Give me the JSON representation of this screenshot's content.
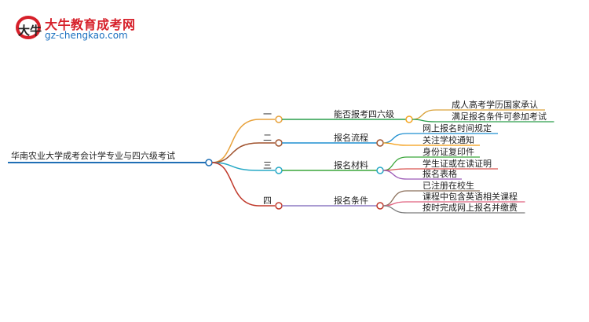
{
  "brand": {
    "title": "大牛教育成考网",
    "url": "gz-chengkao.com",
    "mark_text": "大牛"
  },
  "root": {
    "label": "华南农业大学成考会计学专业与四六级考试"
  },
  "branches": [
    {
      "number": "一",
      "label": "能否报考四六级",
      "color": "#f5a623",
      "line_color": "#e8a13a",
      "children": [
        {
          "label": "成人高考学历国家承认",
          "color": "#d9a23a"
        },
        {
          "label": "满足报名条件可参加考试",
          "color": "#2a9d4b"
        }
      ]
    },
    {
      "number": "二",
      "label": "报名流程",
      "color": "#a0522d",
      "line_color": "#a0522d",
      "children": [
        {
          "label": "网上报名时间规定",
          "color": "#1f8fd0"
        },
        {
          "label": "关注学校通知",
          "color": "#f39c12"
        }
      ]
    },
    {
      "number": "三",
      "label": "报名材料",
      "color": "#27a9c6",
      "line_color": "#27a9c6",
      "children": [
        {
          "label": "身份证复印件",
          "color": "#3aa63a"
        },
        {
          "label": "学生证或在读证明",
          "color": "#d9534f"
        },
        {
          "label": "报名表格",
          "color": "#9b59b6"
        }
      ]
    },
    {
      "number": "四",
      "label": "报名条件",
      "color": "#c0392b",
      "line_color": "#c0392b",
      "children": [
        {
          "label": "已注册在校生",
          "color": "#8b6f5a"
        },
        {
          "label": "课程中包含英语相关课程",
          "color": "#e0607e"
        },
        {
          "label": "按时完成网上报名并缴费",
          "color": "#7a7a7a"
        }
      ]
    }
  ],
  "colors": {
    "root_line": "#1f6fb5",
    "branch2_to_children": "#1f8fd0",
    "branch3_to_children": "#3aa63a",
    "branch4_to_children": "#8e7cc3"
  }
}
